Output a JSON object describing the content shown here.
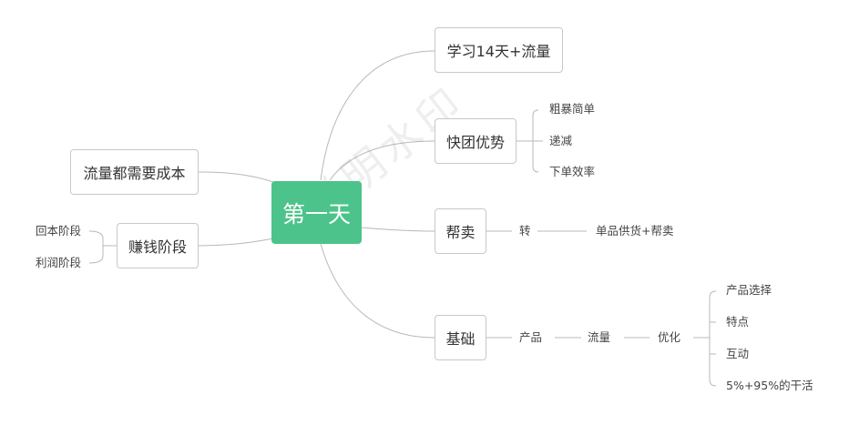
{
  "mindmap": {
    "root": "第一天",
    "right": {
      "b1": "学习14天+流量",
      "b2": "快团优势",
      "b2_children": [
        "粗暴简单",
        "递减",
        "下单效率"
      ],
      "b3": "帮卖",
      "b3_chain": [
        "转",
        "单品供货+帮卖"
      ],
      "b4": "基础",
      "b4_chain": [
        "产品",
        "流量",
        "优化"
      ],
      "b4_children": [
        "产品选择",
        "特点",
        "互动",
        "5%+95%的干活"
      ]
    },
    "left": {
      "b1": "流量都需要成本",
      "b2": "赚钱阶段",
      "b2_children": [
        "回本阶段",
        "利润阶段"
      ]
    },
    "watermark": "说明水印"
  },
  "colors": {
    "root": "#4cc38a",
    "line": "#b8b8b8",
    "border": "#c8c8c8"
  }
}
